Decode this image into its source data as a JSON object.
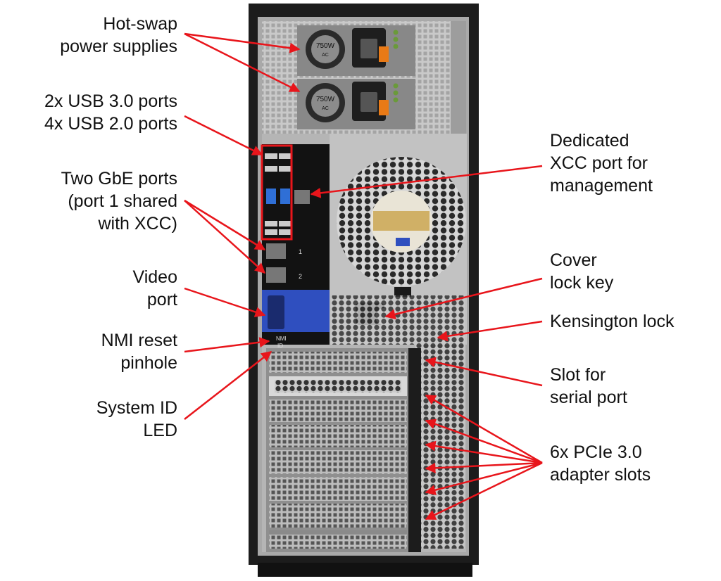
{
  "labels_left": [
    {
      "id": "hot-swap-power-supplies",
      "lines": [
        "Hot-swap",
        "power supplies"
      ]
    },
    {
      "id": "usb-ports",
      "lines": [
        "2x USB 3.0 ports",
        "4x USB 2.0 ports"
      ]
    },
    {
      "id": "gbe-ports",
      "lines": [
        "Two GbE ports",
        "(port 1 shared",
        "with XCC)"
      ]
    },
    {
      "id": "video-port",
      "lines": [
        "Video",
        "port"
      ]
    },
    {
      "id": "nmi-reset-pinhole",
      "lines": [
        "NMI reset",
        "pinhole"
      ]
    },
    {
      "id": "system-id-led",
      "lines": [
        "System ID",
        "LED"
      ]
    }
  ],
  "labels_right": [
    {
      "id": "dedicated-xcc-port",
      "lines": [
        "Dedicated",
        "XCC port for",
        "management"
      ]
    },
    {
      "id": "cover-lock-key",
      "lines": [
        "Cover",
        "lock key"
      ]
    },
    {
      "id": "kensington-lock",
      "lines": [
        "Kensington lock"
      ]
    },
    {
      "id": "serial-port-slot",
      "lines": [
        "Slot for",
        "serial port"
      ]
    },
    {
      "id": "pcie-slots",
      "lines": [
        "6x PCIe 3.0",
        "adapter slots"
      ]
    }
  ],
  "psu": {
    "rating": "750W",
    "input": "AC"
  },
  "io_panel": {
    "eth1": "1",
    "eth2": "2",
    "nmi": "NMI",
    "id": "ID"
  },
  "colors": {
    "arrow": "#e8151b",
    "chassis": "#1c1c1c",
    "panel_blue": "#2f4fbf",
    "highlight_box": "#e8151b"
  }
}
